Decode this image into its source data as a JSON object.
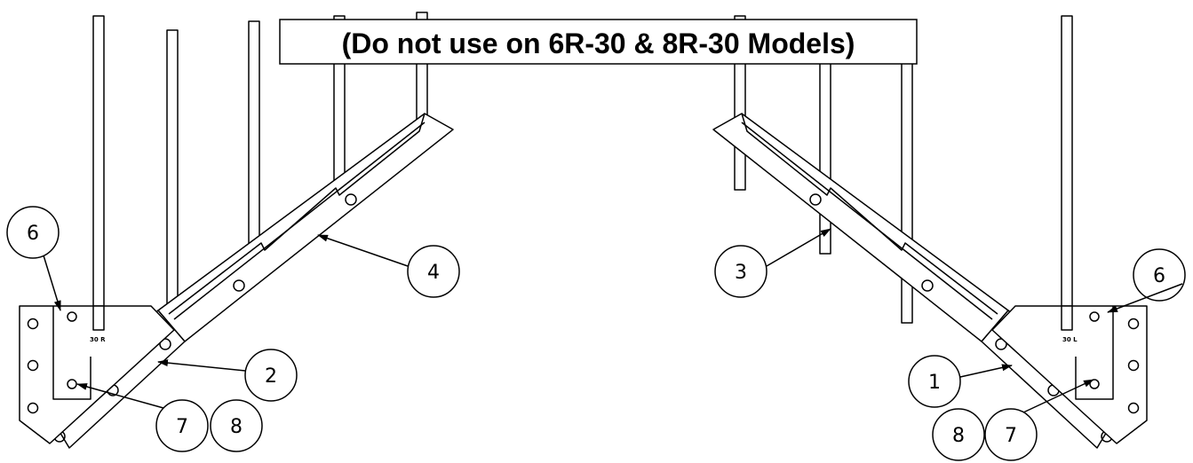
{
  "banner": {
    "text": "(Do not use on 6R-30 & 8R-30 Models)"
  },
  "left_assembly": {
    "bracket_stamp": "30 R",
    "callouts": [
      "6",
      "4",
      "2",
      "7",
      "8"
    ]
  },
  "right_assembly": {
    "bracket_stamp": "30 L",
    "callouts": [
      "6",
      "3",
      "1",
      "8",
      "7"
    ]
  }
}
